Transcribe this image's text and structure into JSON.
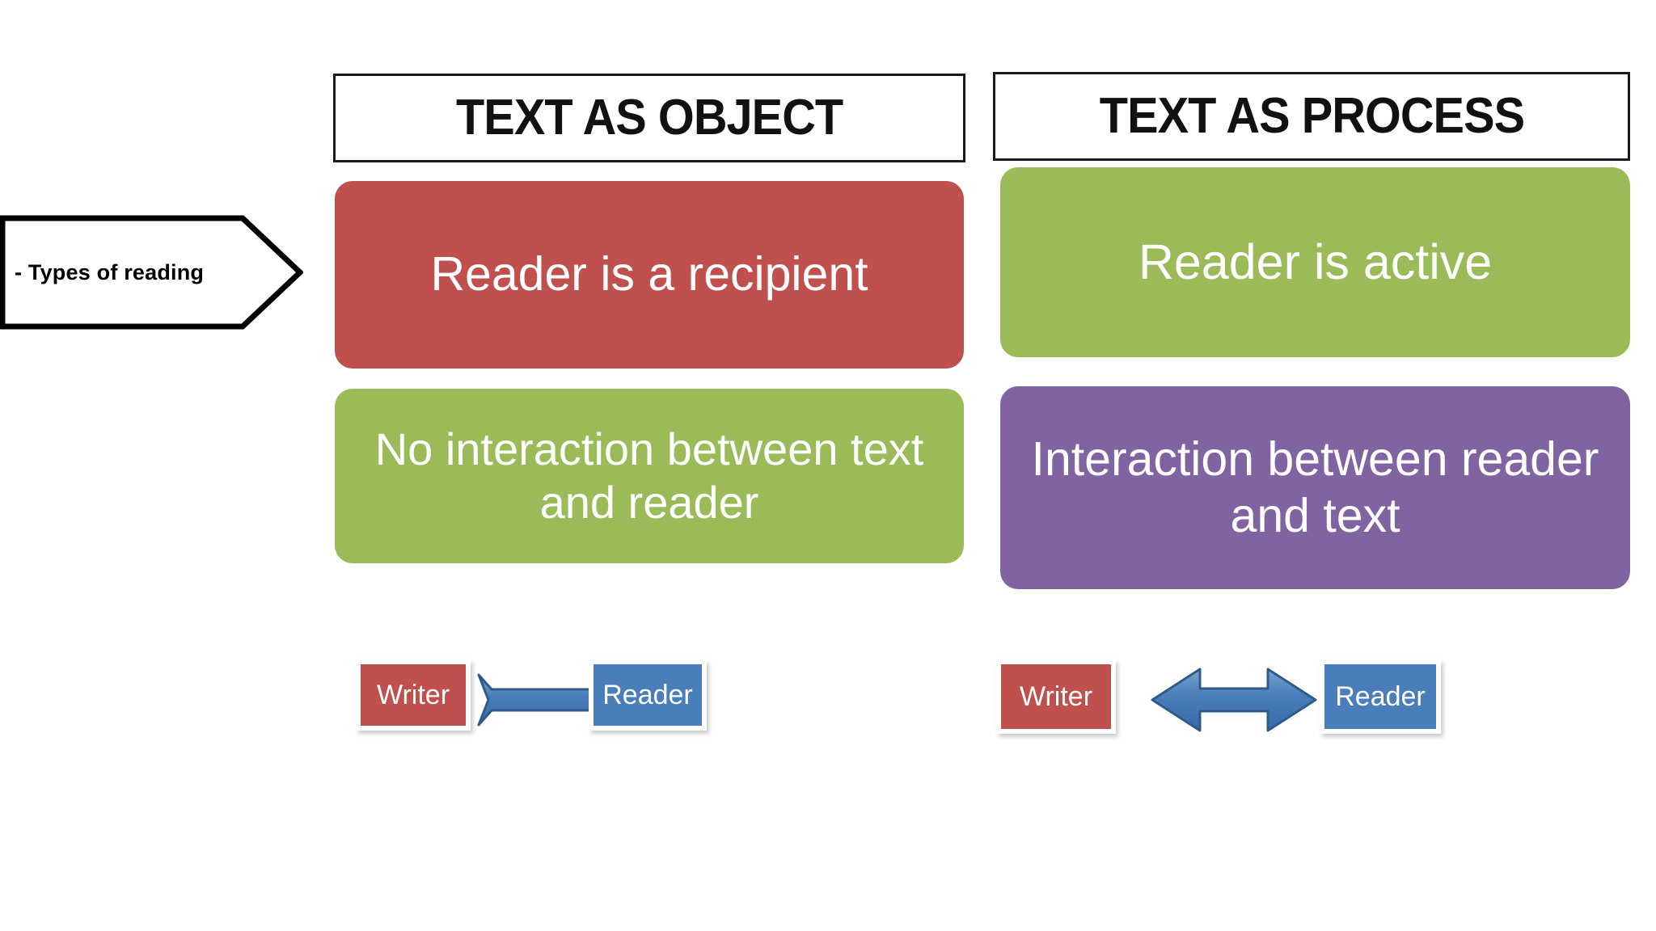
{
  "callout": {
    "label": "- Types of reading",
    "shape": "pentagon-arrow",
    "border_color": "#000000",
    "fill_color": "#ffffff"
  },
  "columns": [
    {
      "id": "text-as-object",
      "header": "TEXT AS OBJECT",
      "cards": [
        {
          "text": "Reader is a recipient",
          "color": "#c0504d",
          "text_color": "#ffffff"
        },
        {
          "text": "No interaction between text and reader",
          "color": "#9bbb59",
          "text_color": "#ffffff"
        }
      ],
      "diagram": {
        "from_label": "Writer",
        "to_label": "Reader",
        "arrow": "single-headed-right",
        "from_color": "#c0504d",
        "to_color": "#4a7ebb",
        "arrow_color": "#4a7ebb"
      }
    },
    {
      "id": "text-as-process",
      "header": "TEXT AS PROCESS",
      "cards": [
        {
          "text": "Reader is active",
          "color": "#9bbb59",
          "text_color": "#ffffff"
        },
        {
          "text": "Interaction between reader and text",
          "color": "#8064a2",
          "text_color": "#ffffff"
        }
      ],
      "diagram": {
        "from_label": "Writer",
        "to_label": "Reader",
        "arrow": "double-headed",
        "from_color": "#c0504d",
        "to_color": "#4a7ebb",
        "arrow_color": "#4a7ebb"
      }
    }
  ],
  "palette": {
    "red": "#c0504d",
    "green": "#9bbb59",
    "purple": "#8064a2",
    "blue": "#4a7ebb",
    "arrow_outline": "#2e5c8a",
    "background": "#ffffff",
    "header_border": "#1a1a1a"
  }
}
